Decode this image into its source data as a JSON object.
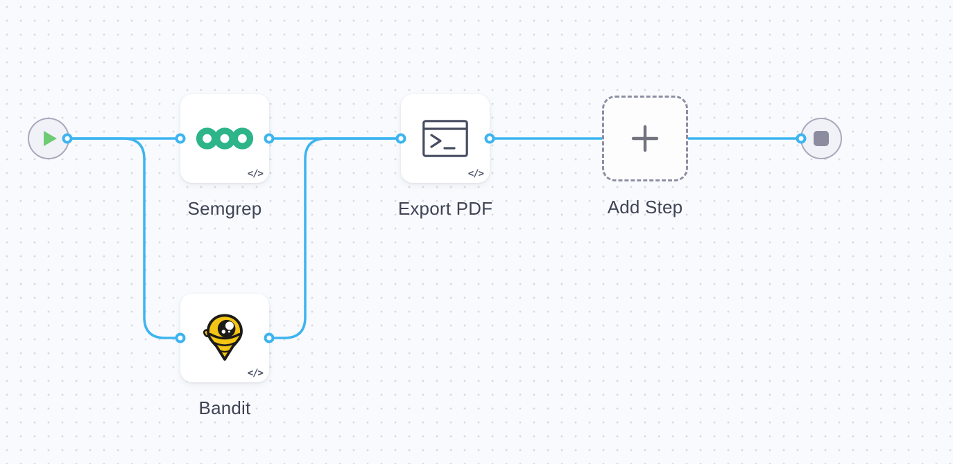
{
  "canvas": {
    "type": "workflow-editor",
    "background": "#f8fafd",
    "grid_dot_color": "#d8dae2",
    "edge_color": "#3cb4f0"
  },
  "nodes": [
    {
      "id": "start",
      "kind": "trigger",
      "icon": "play-icon",
      "label": ""
    },
    {
      "id": "semgrep",
      "kind": "step",
      "icon": "semgrep-logo",
      "label": "Semgrep",
      "badge": "</>"
    },
    {
      "id": "bandit",
      "kind": "step",
      "icon": "bandit-logo",
      "label": "Bandit",
      "badge": "</>"
    },
    {
      "id": "export_pdf",
      "kind": "step",
      "icon": "terminal-icon",
      "label": "Export PDF",
      "badge": "</>"
    },
    {
      "id": "add_step",
      "kind": "placeholder",
      "icon": "plus-icon",
      "label": "Add Step"
    },
    {
      "id": "end",
      "kind": "terminator",
      "icon": "stop-icon",
      "label": ""
    }
  ],
  "edges": [
    {
      "from": "start",
      "to": "semgrep"
    },
    {
      "from": "start",
      "to": "bandit"
    },
    {
      "from": "semgrep",
      "to": "export_pdf"
    },
    {
      "from": "bandit",
      "to": "export_pdf"
    },
    {
      "from": "export_pdf",
      "to": "add_step"
    },
    {
      "from": "add_step",
      "to": "end"
    }
  ],
  "colors": {
    "semgrep_green": "#2db489",
    "bandit_yellow": "#f4c514",
    "play_green": "#6fca74",
    "stop_gray": "#8b8c9f",
    "label_text": "#3f4454",
    "dashed_border": "#8d8ea3"
  }
}
